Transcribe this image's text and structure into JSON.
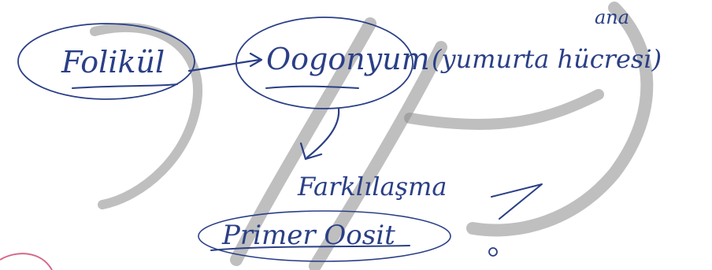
{
  "nodes": {
    "folikul": "Folikül",
    "oogonyum": "Oogonyum",
    "yumurta_hucresi": "(yumurta hücresi)",
    "ana": "ana",
    "farklilasma": "Farklılaşma",
    "primer_oosit": "Primer Oosit"
  },
  "colors": {
    "ink": "#2a3f86",
    "watermark": "#8a8a8a",
    "background": "#ffffff"
  }
}
